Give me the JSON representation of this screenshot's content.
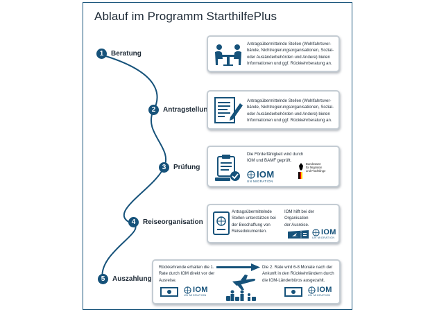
{
  "title": "Ablauf im Programm StarthilfePlus",
  "colors": {
    "primary": "#16527a",
    "card_border": "#c4ccd3",
    "bamf_black": "#000000",
    "bamf_red": "#dd0000",
    "bamf_gold": "#ffcc00"
  },
  "steps": [
    {
      "number": "1",
      "label": "Beratung"
    },
    {
      "number": "2",
      "label": "Antragstellung"
    },
    {
      "number": "3",
      "label": "Prüfung"
    },
    {
      "number": "4",
      "label": "Reiseorganisation"
    },
    {
      "number": "5",
      "label": "Auszahlung"
    }
  ],
  "cards": {
    "beratung": {
      "icon": "meeting-people-icon",
      "lines": [
        "Antragsübermittelnde Stellen (Wohlfahrtsver-",
        "bände, Nichtregierungsorganisationen, Sozial-",
        "oder Ausländerbehörden und Andere) bieten",
        "Informationen und ggf. Rückkehrberatung an."
      ]
    },
    "antragstellung": {
      "icon": "form-pen-icon",
      "lines": [
        "Antragsübermittelnde Stellen (Wohlfahrtsver-",
        "bände, Nichtregierungsorganisationen, Sozial-",
        "oder Ausländerbehörden und Andere) bieten",
        "Informationen und ggf. Rückkehrberatung an."
      ]
    },
    "pruefung": {
      "icon": "clipboard-check-icon",
      "lines": [
        "Die Förderfähigkeit wird durch",
        "IOM und BAMF geprüft."
      ],
      "bamf_lines": [
        "Bundesamt",
        "für Migration",
        "und Flüchtlinge"
      ]
    },
    "reise": {
      "icon_left": "passport-icon",
      "icon_right": "ticket-icon",
      "left_lines": [
        "Antragsübermittelnde",
        "Stellen unterstützen bei",
        "der Beschaffung von",
        "Reisedokumenten."
      ],
      "right_lines": [
        "IOM hilft bei der Organisation",
        "der Ausreise."
      ]
    },
    "auszahlung": {
      "icon_money": "money-icon",
      "icon_travel": "airplane-travelers-icon",
      "left_lines": [
        "Rückkehrende erhalten die 1.",
        "Rate durch IOM direkt vor der",
        "Ausreise."
      ],
      "right_lines": [
        "Die 2. Rate wird 6-8 Monate nach der",
        "Ankunft in den Rückkehrländern durch",
        "die IOM-Länderbüros ausgezahlt."
      ]
    }
  },
  "iom": {
    "word": "IOM",
    "sub": "UN MIGRATION"
  }
}
